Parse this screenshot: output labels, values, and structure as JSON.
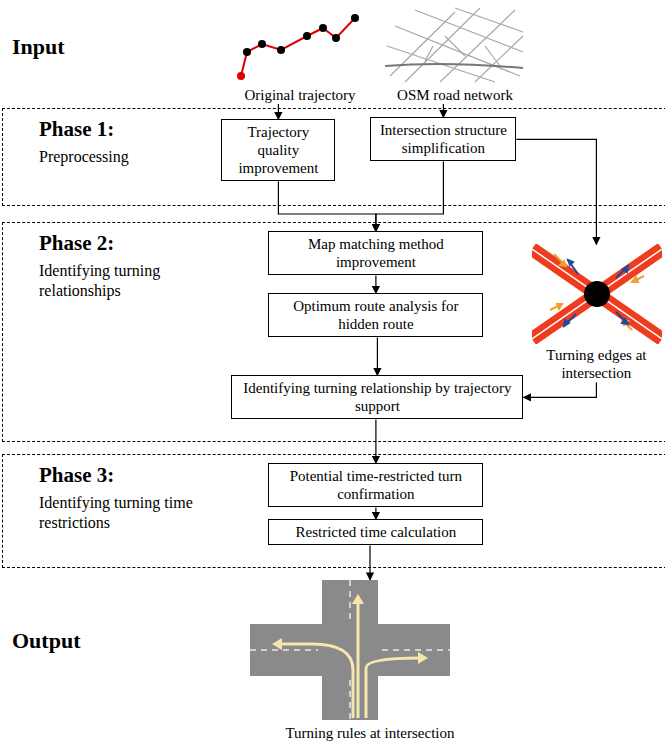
{
  "diagram": {
    "nodes": [
      {
        "text": [
          "Original  trajectory"
        ]
      },
      {
        "text": [
          "OSM road network"
        ]
      },
      {
        "text": [
          "Phase 1:",
          "Preprocessing"
        ]
      },
      {
        "text": [
          "Trajectory quality improvement"
        ],
        "in": 2
      },
      {
        "text": [
          "Intersection structure simplification"
        ],
        "in": 2
      },
      {
        "text": [
          "Phase 2:",
          "Identifying turning relationships"
        ]
      },
      {
        "text": [
          "Map matching method improvement"
        ],
        "in": 5
      },
      {
        "text": [
          "Optimum route analysis for hidden route"
        ],
        "in": 5
      },
      {
        "text": [
          "Turning edges at intersection"
        ],
        "in": 5
      },
      {
        "text": [
          "Identifying turning relationship by trajectory support"
        ],
        "in": 5
      },
      {
        "text": [
          "Phase 3:",
          "Identifying turning time restrictions"
        ]
      },
      {
        "text": [
          "Potential time-restricted turn confirmation"
        ],
        "in": 10
      },
      {
        "text": [
          "Restricted time calculation"
        ],
        "in": 10
      },
      {
        "text": [
          "Turning rules at intersection"
        ]
      }
    ],
    "edges": [
      {
        "from": 0,
        "to": 3,
        "arrow": "to"
      },
      {
        "from": 1,
        "to": 4,
        "arrow": "to"
      },
      {
        "from": 3,
        "to": 6,
        "arrow": "to"
      },
      {
        "from": 4,
        "to": 6,
        "arrow": "to"
      },
      {
        "from": 4,
        "to": 8,
        "arrow": "to"
      },
      {
        "from": 6,
        "to": 7,
        "arrow": "to"
      },
      {
        "from": 7,
        "to": 9,
        "arrow": "to"
      },
      {
        "from": 8,
        "to": 9,
        "arrow": "to"
      },
      {
        "from": 9,
        "to": 11,
        "arrow": "to"
      },
      {
        "from": 11,
        "to": 12,
        "arrow": "to"
      },
      {
        "from": 12,
        "to": 13,
        "arrow": "to"
      }
    ],
    "labels": [
      "Input",
      "Output"
    ]
  }
}
